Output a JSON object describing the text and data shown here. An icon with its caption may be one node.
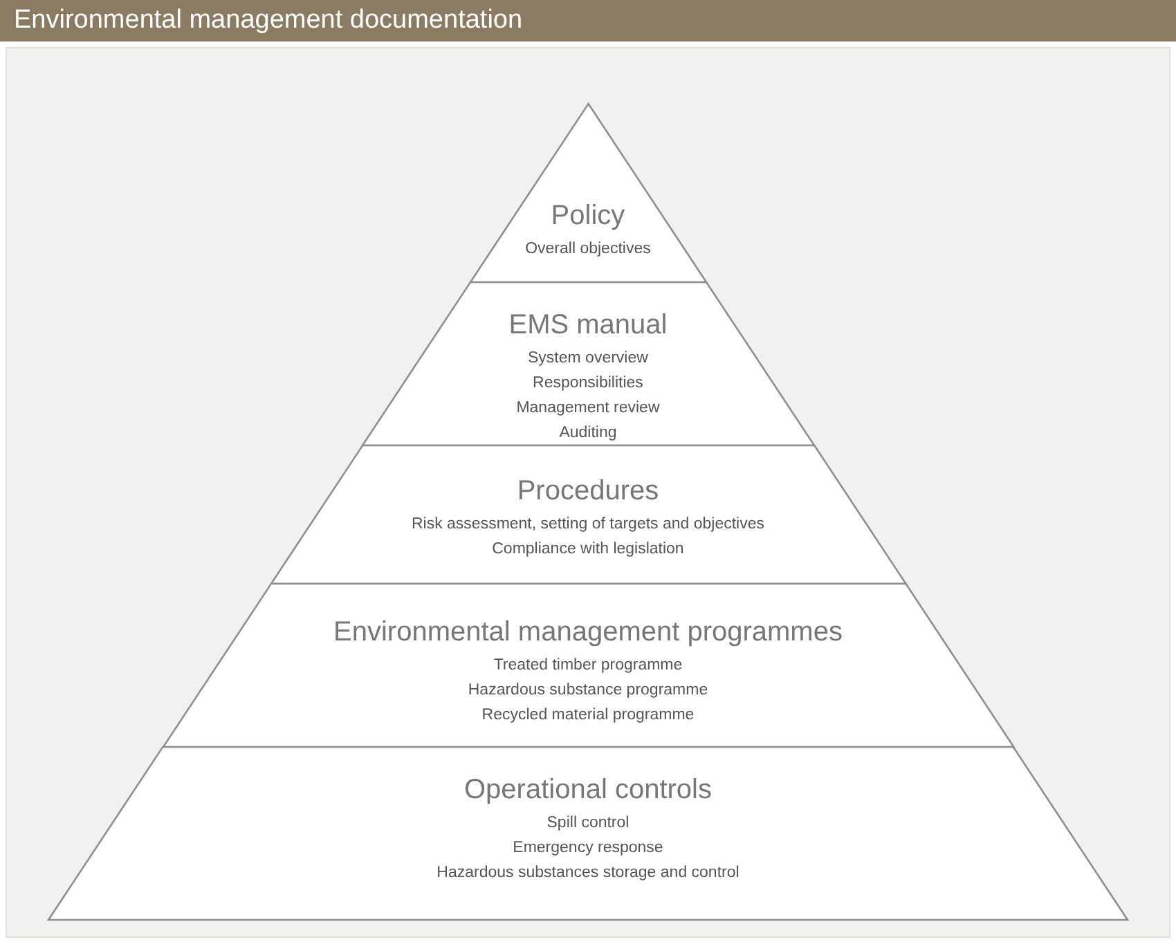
{
  "diagram": {
    "title": "Environmental management documentation",
    "nodes": [
      {
        "text": [
          "Policy",
          "Overall objectives"
        ]
      },
      {
        "text": [
          "EMS manual",
          "System overview",
          "Responsibilities",
          "Management review",
          "Auditing"
        ]
      },
      {
        "text": [
          "Procedures",
          "Risk assessment, setting of targets and objectives",
          "Compliance with legislation"
        ]
      },
      {
        "text": [
          "Environmental management programmes",
          "Treated timber programme",
          "Hazardous substance programme",
          "Recycled material programme"
        ]
      },
      {
        "text": [
          "Operational controls",
          "Spill control",
          "Emergency response",
          "Hazardous substances storage and control"
        ]
      }
    ]
  }
}
